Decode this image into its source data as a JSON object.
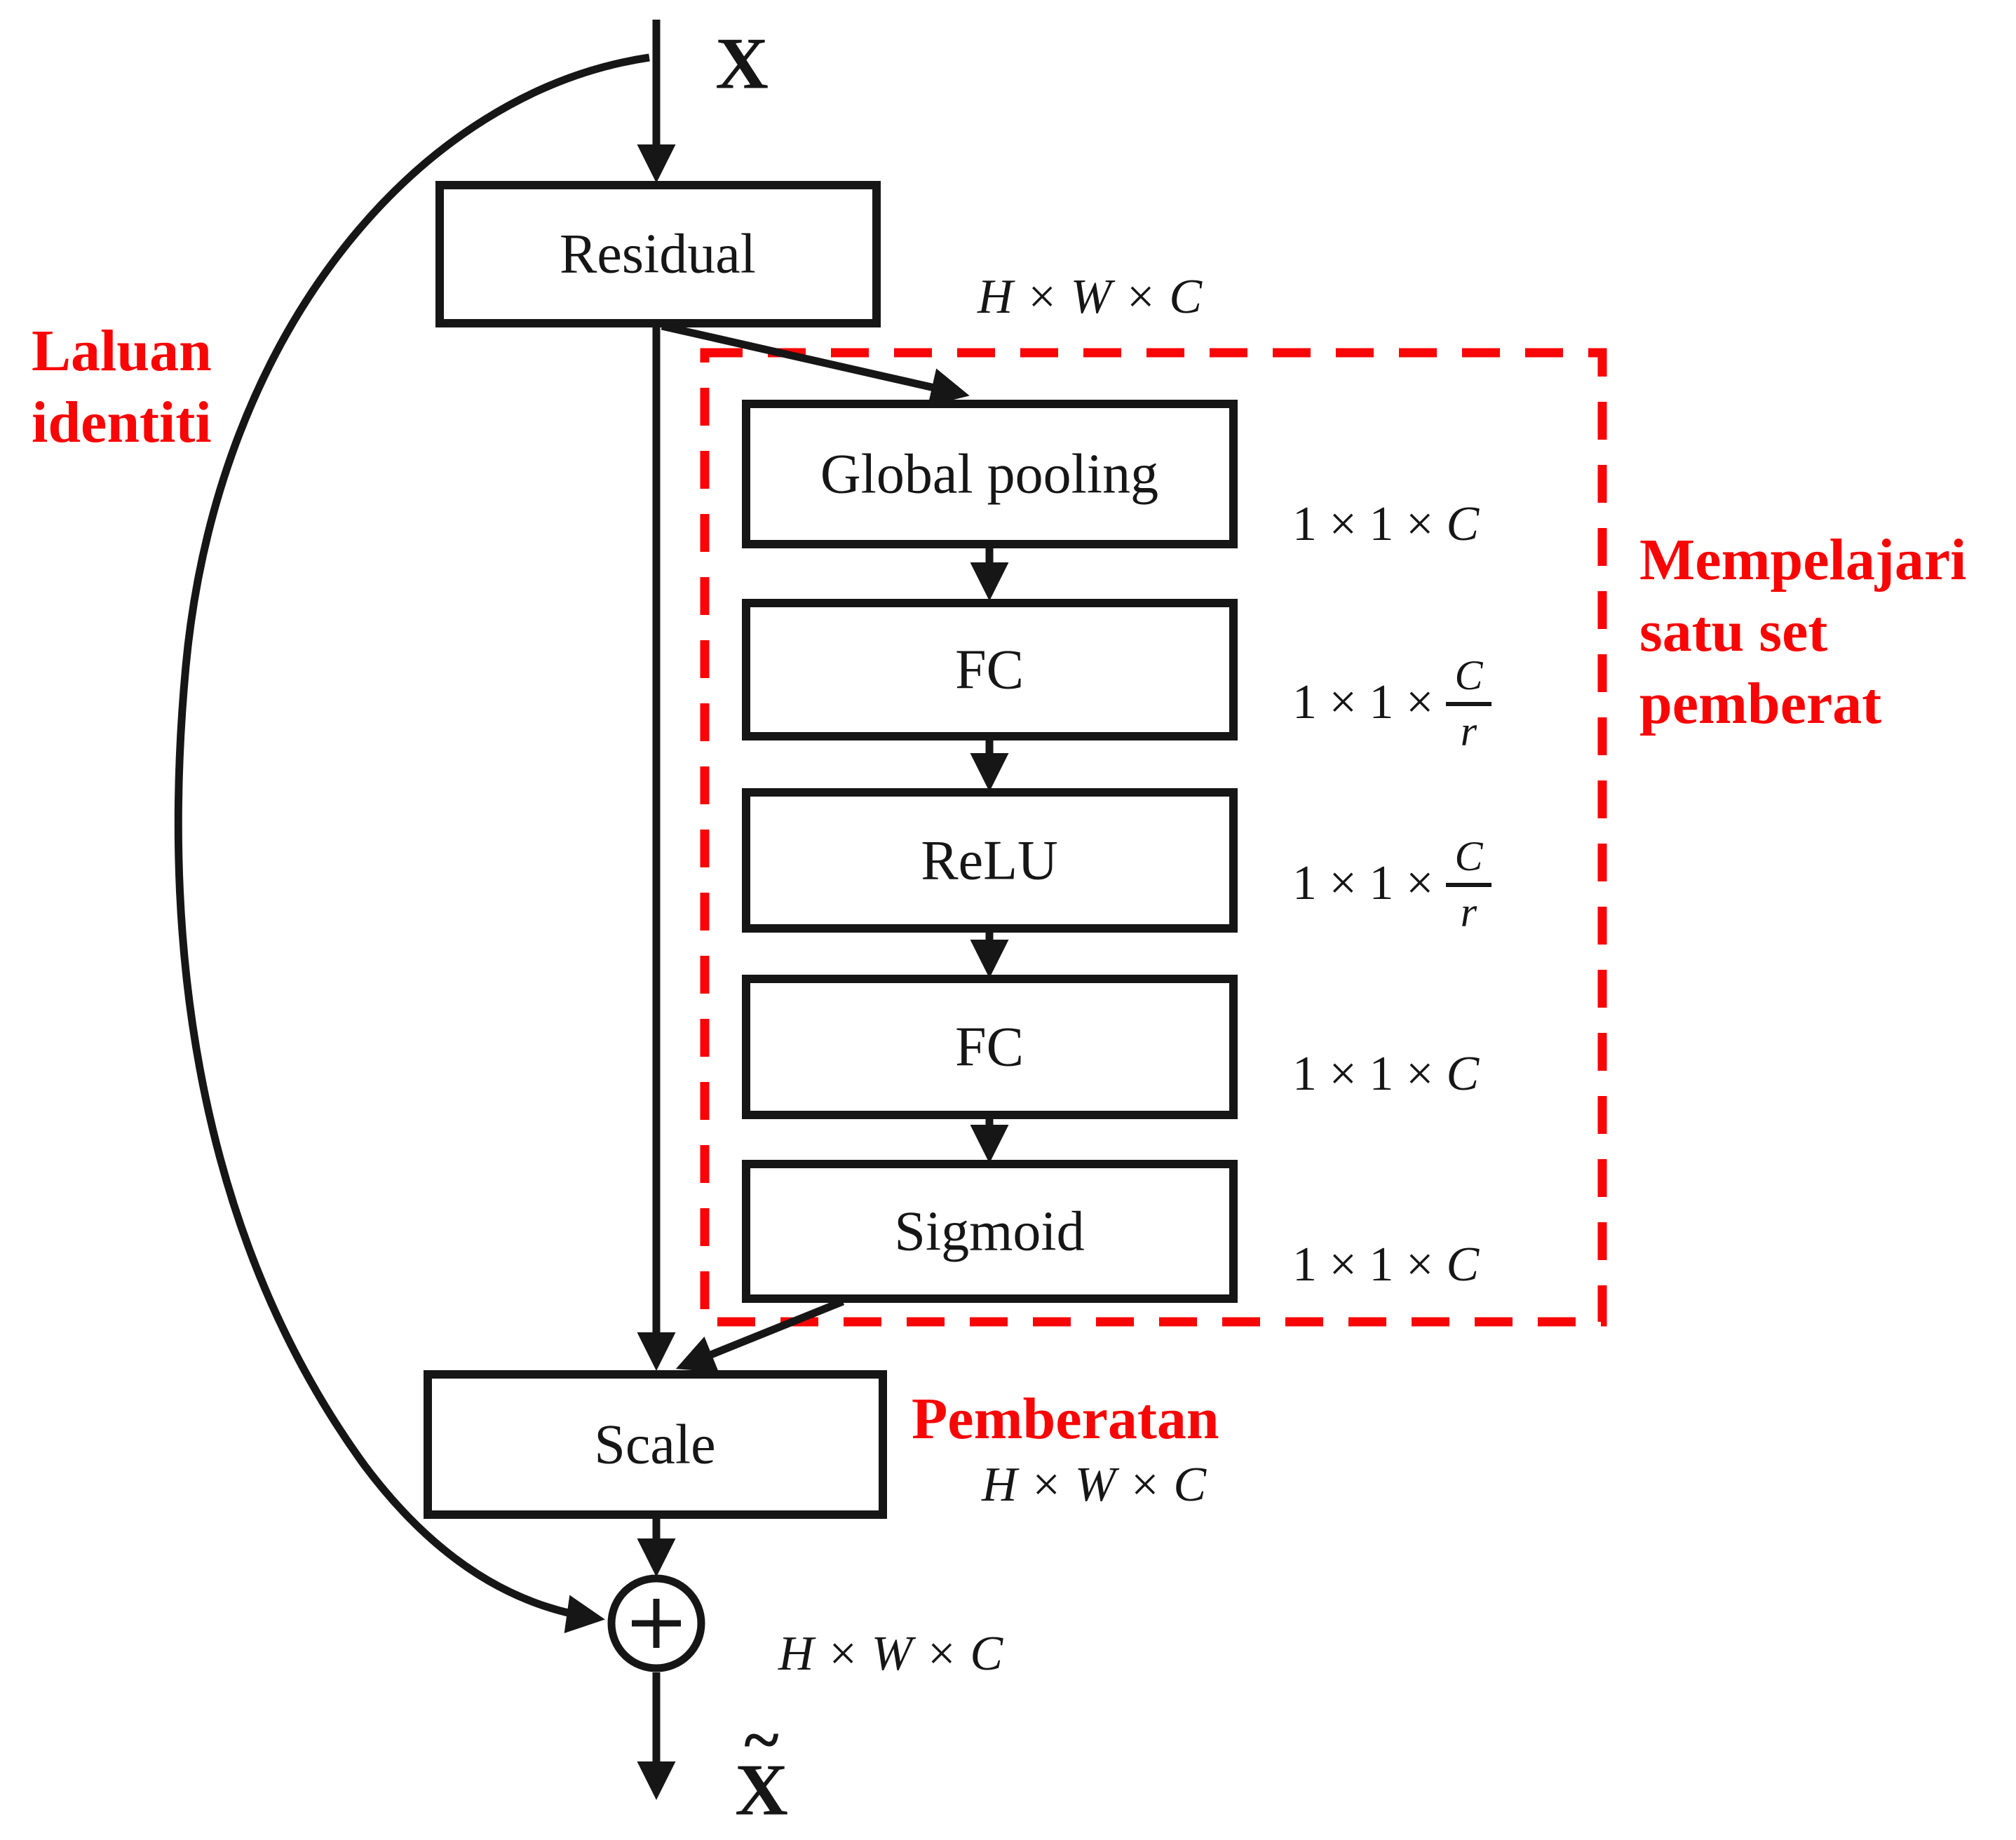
{
  "colors": {
    "annotation_red": "#f80505",
    "ink_black": "#161616"
  },
  "labels": {
    "input": "X",
    "output_base": "X",
    "output_tilde": "~"
  },
  "blocks": {
    "residual": "Residual",
    "global_pooling": "Global pooling",
    "fc1": "FC",
    "relu": "ReLU",
    "fc2": "FC",
    "sigmoid": "Sigmoid",
    "scale": "Scale"
  },
  "dims": {
    "residual_out": "H × W × C",
    "gp_out": {
      "prefix": "1 × 1 ×",
      "var": "C"
    },
    "fc1_out": {
      "prefix": "1 × 1 ×",
      "num": "C",
      "den": "r"
    },
    "relu_out": {
      "prefix": "1 × 1 ×",
      "num": "C",
      "den": "r"
    },
    "fc2_out": {
      "prefix": "1 × 1 ×",
      "var": "C"
    },
    "sigmoid_out": {
      "prefix": "1 × 1 ×",
      "var": "C"
    },
    "scale_out": "H × W × C",
    "sum_out": "H × W × C"
  },
  "annotations": {
    "identity_path": {
      "line1": "Laluan",
      "line2": "identiti"
    },
    "learn_weights": {
      "line1": "Mempelajari",
      "line2": "satu set",
      "line3": "pemberat"
    },
    "weighting": "Pemberatan"
  }
}
